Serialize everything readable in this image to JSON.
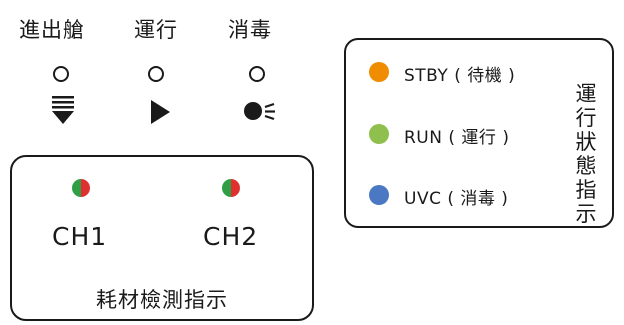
{
  "modes": [
    {
      "label": "進出艙",
      "icon": "tray-eject-icon"
    },
    {
      "label": "運行",
      "icon": "play-icon"
    },
    {
      "label": "消毒",
      "icon": "uv-lamp-icon"
    }
  ],
  "consumable": {
    "title": "耗材檢測指示",
    "channels": [
      "CH1",
      "CH2"
    ],
    "led_colors": [
      "#2f9e44",
      "#e03131"
    ]
  },
  "status": {
    "title": "運行狀態指示",
    "items": [
      {
        "label": "STBY ( 待機 )",
        "color": "#f08c00"
      },
      {
        "label": "RUN ( 運行 )",
        "color": "#8fbf4d"
      },
      {
        "label": "UVC ( 消毒 )",
        "color": "#4a78c2"
      }
    ]
  }
}
